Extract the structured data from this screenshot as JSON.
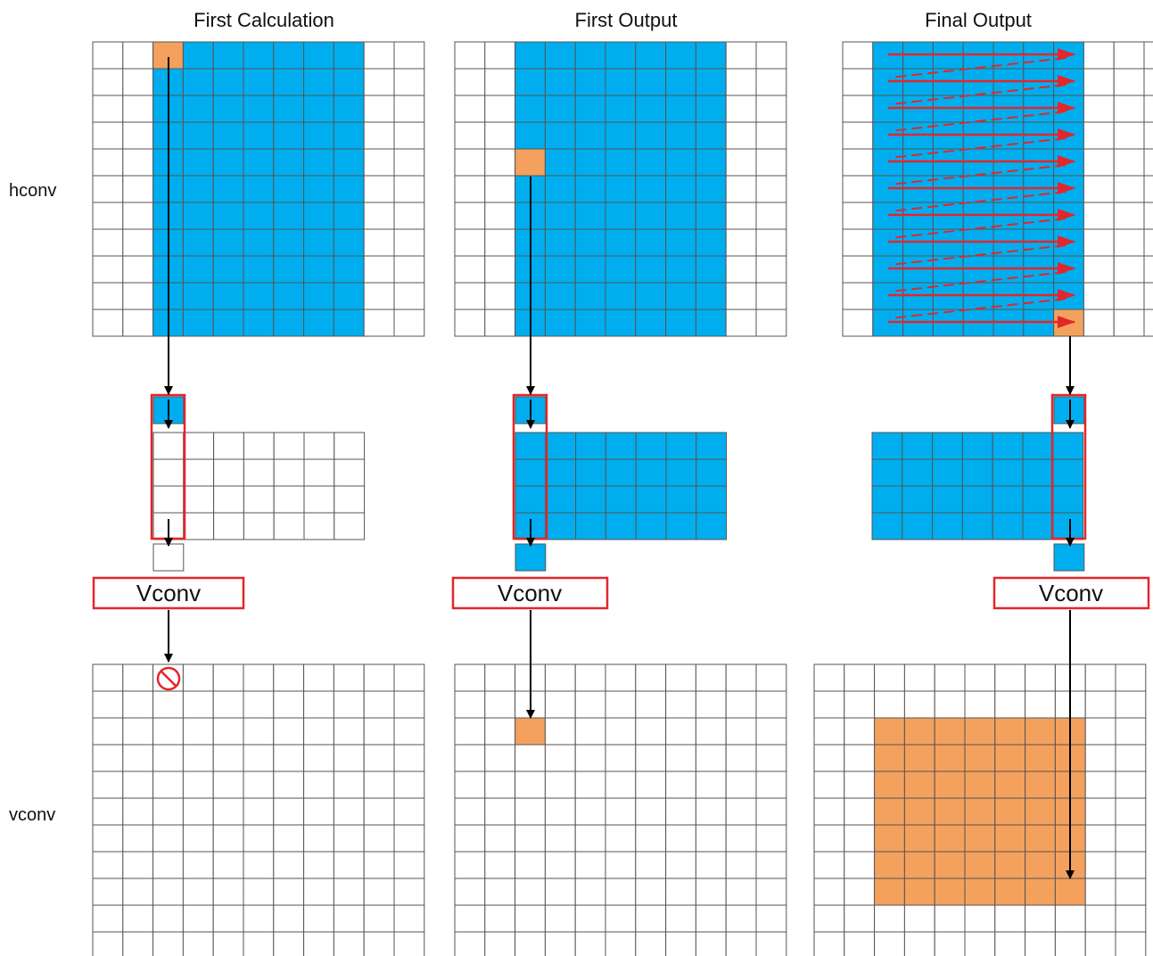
{
  "columns": [
    {
      "title": "First Calculation"
    },
    {
      "title": "First Output"
    },
    {
      "title": "Final Output"
    }
  ],
  "row_labels": {
    "top": "hconv",
    "bottom": "vconv"
  },
  "operation_label": "Vconv",
  "colors": {
    "cell_border": "#555555",
    "blue": "#00aeef",
    "orange": "#f4a15d",
    "red": "#e3262a",
    "arrow": "#000000",
    "white": "#ffffff"
  },
  "grid_size": {
    "rows": 11,
    "cols": 11
  },
  "panels": {
    "first_calculation": {
      "hconv_blue_cols": [
        2,
        8
      ],
      "hconv_orange_cell": [
        0,
        2
      ],
      "buffer_blue": false,
      "vconv_blocked": true
    },
    "first_output": {
      "hconv_blue_cols": [
        2,
        8
      ],
      "hconv_orange_cell": [
        4,
        2
      ],
      "buffer_blue": true,
      "vconv_orange_cell": [
        2,
        2
      ]
    },
    "final_output": {
      "hconv_blue_cols": [
        1,
        7
      ],
      "hconv_orange_cell": [
        10,
        7
      ],
      "buffer_blue": true,
      "raster_scan_arrows": 11,
      "vconv_orange_rows": [
        2,
        8
      ],
      "vconv_orange_cols": [
        2,
        8
      ]
    }
  }
}
